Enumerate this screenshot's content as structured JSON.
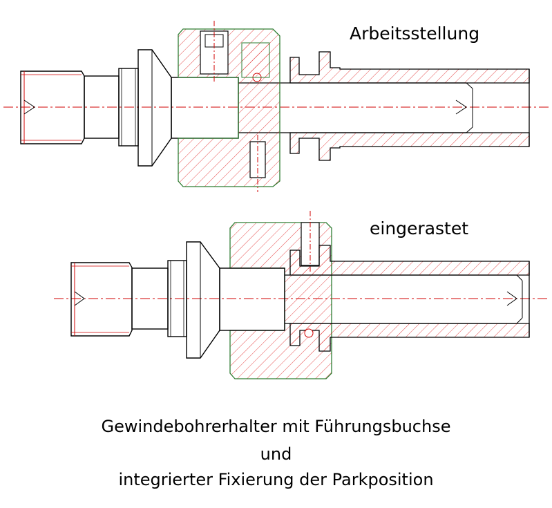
{
  "labels": {
    "working_position": "Arbeitsstellung",
    "engaged_position": "eingerastet"
  },
  "caption": {
    "line1": "Gewindebohrerhalter mit Führungsbuchse",
    "line2": "und",
    "line3": "integrierter Fixierung der Parkposition"
  },
  "colors": {
    "outline": "#000000",
    "hatch": "#e02020",
    "centerline": "#d00000",
    "housing_outline": "#2e7d32"
  }
}
